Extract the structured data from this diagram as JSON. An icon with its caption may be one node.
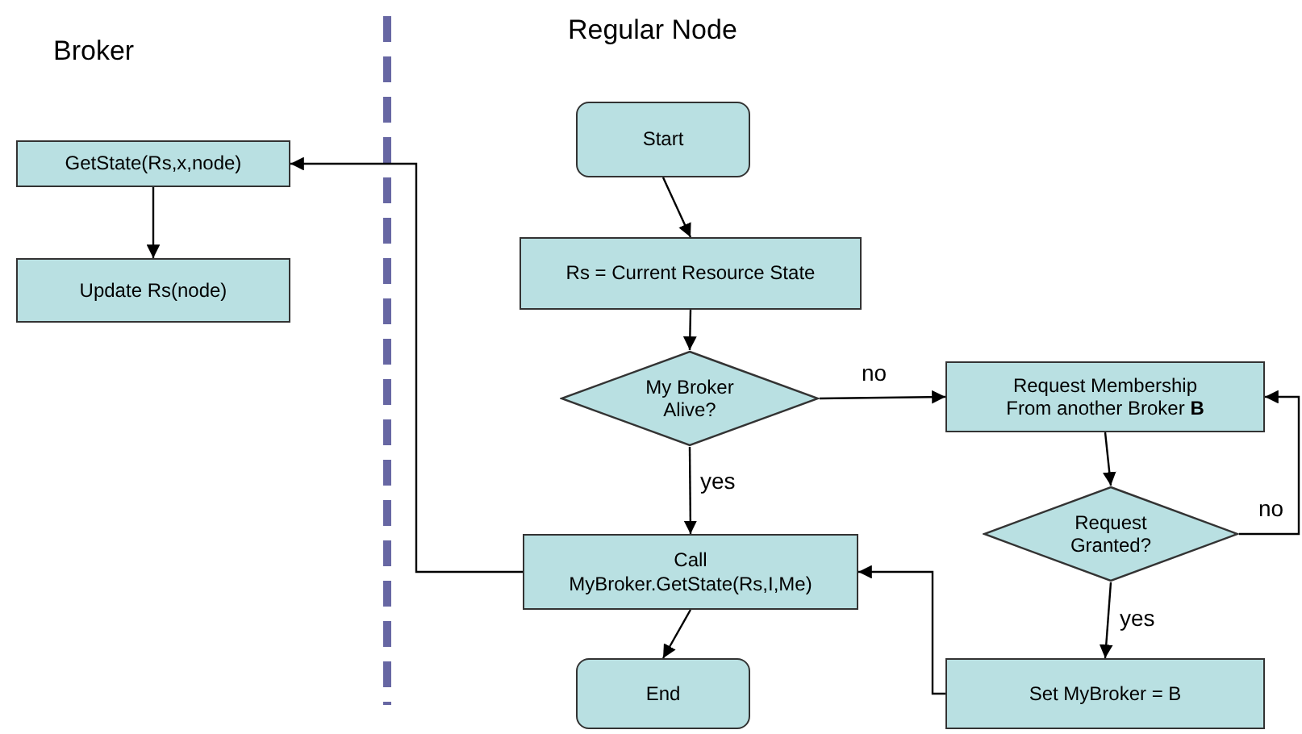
{
  "diagram": {
    "nodes": [
      {
        "text": [
          "GetState(Rs,x,node)"
        ]
      },
      {
        "text": [
          "Update Rs(node)"
        ]
      },
      {
        "text": [
          "Start"
        ]
      },
      {
        "text": [
          "Rs = Current Resource State"
        ]
      },
      {
        "text": [
          "My Broker Alive?"
        ]
      },
      {
        "text": [
          "Request Membership From another Broker **B**"
        ]
      },
      {
        "text": [
          "Request Granted?"
        ]
      },
      {
        "text": [
          "Call MyBroker.GetState(Rs,I,Me)"
        ]
      },
      {
        "text": [
          "End"
        ]
      },
      {
        "text": [
          "Set MyBroker = B"
        ]
      }
    ],
    "edges": [
      {
        "from": 0,
        "to": 1,
        "arrow": "to"
      },
      {
        "from": 2,
        "to": 3,
        "arrow": "to"
      },
      {
        "from": 3,
        "to": 4,
        "arrow": "to"
      },
      {
        "from": 4,
        "to": 5,
        "arrow": "to",
        "label": "no"
      },
      {
        "from": 4,
        "to": 7,
        "arrow": "to",
        "label": "yes"
      },
      {
        "from": 7,
        "to": 0,
        "arrow": "to"
      },
      {
        "from": 5,
        "to": 6,
        "arrow": "to"
      },
      {
        "from": 6,
        "to": 5,
        "arrow": "to",
        "label": "no"
      },
      {
        "from": 6,
        "to": 9,
        "arrow": "to",
        "label": "yes"
      },
      {
        "from": 7,
        "to": 8,
        "arrow": "to"
      },
      {
        "from": 9,
        "to": 7,
        "arrow": "to"
      }
    ],
    "labels": [
      "Broker",
      "Regular Node"
    ]
  }
}
